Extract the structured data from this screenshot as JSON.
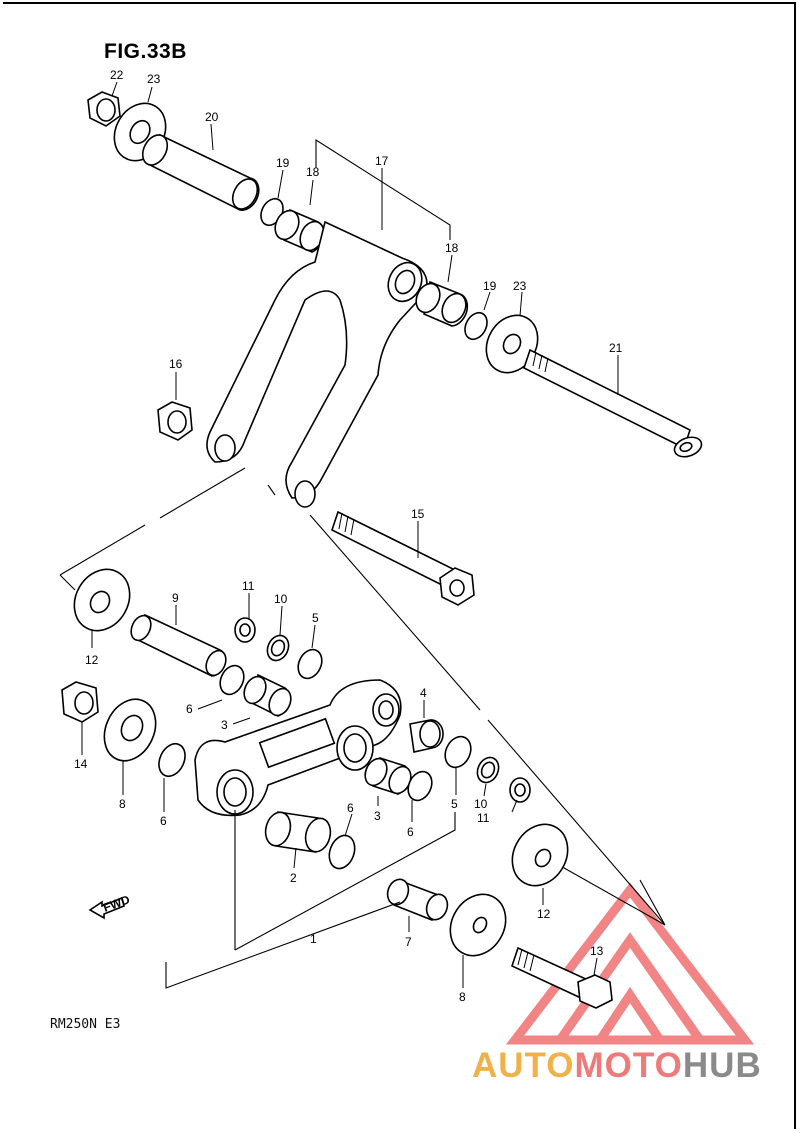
{
  "title": "FIG.33B",
  "model": "RM250N E3",
  "fwd_label": "FWD",
  "watermark": {
    "text_a": "AUTO",
    "text_b": "MOTO",
    "text_c": "HUB",
    "logo_color": "#ef6f6f"
  },
  "callouts": {
    "c22": "22",
    "c23a": "23",
    "c20": "20",
    "c19a": "19",
    "c18a": "18",
    "c17": "17",
    "c18b": "18",
    "c19b": "19",
    "c23b": "23",
    "c21": "21",
    "c16": "16",
    "c15": "15",
    "c9": "9",
    "c11a": "11",
    "c10a": "10",
    "c5a": "5",
    "c12a": "12",
    "c6a": "6",
    "c3a": "3",
    "c4": "4",
    "c14": "14",
    "c8a": "8",
    "c6b": "6",
    "c6c": "6",
    "c3b": "3",
    "c6d": "6",
    "c5b": "5",
    "c10b": "10",
    "c11b": "11",
    "c2": "2",
    "c12b": "12",
    "c1": "1",
    "c7": "7",
    "c13": "13",
    "c8b": "8"
  }
}
